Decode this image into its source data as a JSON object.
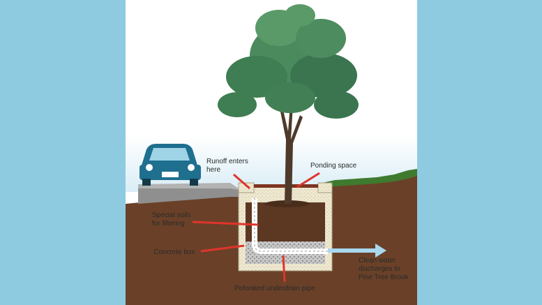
{
  "colors": {
    "frame_background": "#8ecbe0",
    "panel_background": "#ffffff",
    "soil": "#6a4128",
    "grass": "#3f7a2e",
    "leader_lines": "#e0342c",
    "water_arrow": "#a9d8ee",
    "car_body": "#1f6f8f"
  },
  "labels": {
    "runoff": "Runoff enters\nhere",
    "ponding": "Ponding space",
    "soils": "Special soils\nfor filtering",
    "concrete": "Concrete box",
    "clean_water": "Clean water\ndischarges to\nPine Tree Brook",
    "underdrain": "Peforated underdrain pipe"
  },
  "icons": {
    "car": "car-icon",
    "tree": "tree-icon",
    "arrow": "water-flow-arrow-icon"
  }
}
